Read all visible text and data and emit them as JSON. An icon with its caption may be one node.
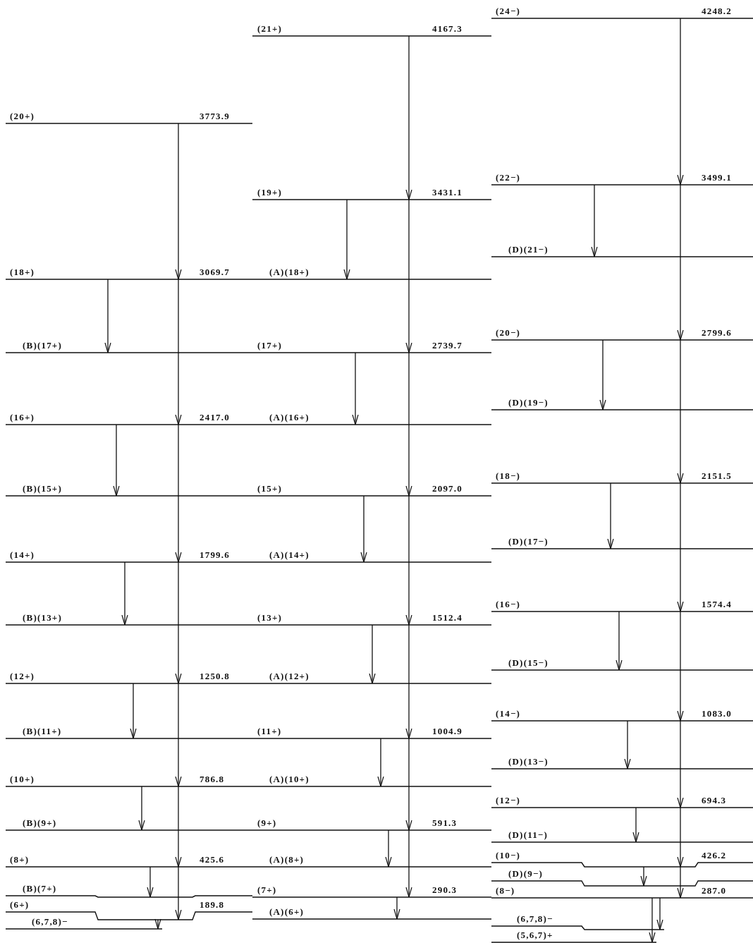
{
  "diagram": {
    "nodes": [
      {
        "text": [
          "(20+)",
          "3773.9"
        ]
      },
      {
        "text": [
          "(18+)",
          "3069.7"
        ]
      },
      {
        "text": [
          "(B)(17+)"
        ]
      },
      {
        "text": [
          "(16+)",
          "2417.0"
        ]
      },
      {
        "text": [
          "(B)(15+)"
        ]
      },
      {
        "text": [
          "(14+)",
          "1799.6"
        ]
      },
      {
        "text": [
          "(B)(13+)"
        ]
      },
      {
        "text": [
          "(12+)",
          "1250.8"
        ]
      },
      {
        "text": [
          "(B)(11+)"
        ]
      },
      {
        "text": [
          "(10+)",
          "786.8"
        ]
      },
      {
        "text": [
          "(B)(9+)"
        ]
      },
      {
        "text": [
          "(8+)",
          "425.6"
        ]
      },
      {
        "text": [
          "(B)(7+)"
        ]
      },
      {
        "text": [
          "(6+)",
          "189.8"
        ]
      },
      {
        "text": [
          "(6,7,8)−"
        ]
      },
      {
        "text": [
          "(21+)",
          "4167.3"
        ]
      },
      {
        "text": [
          "(19+)",
          "3431.1"
        ]
      },
      {
        "text": [
          "(A)(18+)"
        ]
      },
      {
        "text": [
          "(17+)",
          "2739.7"
        ]
      },
      {
        "text": [
          "(A)(16+)"
        ]
      },
      {
        "text": [
          "(15+)",
          "2097.0"
        ]
      },
      {
        "text": [
          "(A)(14+)"
        ]
      },
      {
        "text": [
          "(13+)",
          "1512.4"
        ]
      },
      {
        "text": [
          "(A)(12+)"
        ]
      },
      {
        "text": [
          "(11+)",
          "1004.9"
        ]
      },
      {
        "text": [
          "(A)(10+)"
        ]
      },
      {
        "text": [
          "(9+)",
          "591.3"
        ]
      },
      {
        "text": [
          "(A)(8+)"
        ]
      },
      {
        "text": [
          "(7+)",
          "290.3"
        ]
      },
      {
        "text": [
          "(A)(6+)"
        ]
      },
      {
        "text": [
          "(24−)",
          "4248.2"
        ]
      },
      {
        "text": [
          "(22−)",
          "3499.1"
        ]
      },
      {
        "text": [
          "(D)(21−)"
        ]
      },
      {
        "text": [
          "(20−)",
          "2799.6"
        ]
      },
      {
        "text": [
          "(D)(19−)"
        ]
      },
      {
        "text": [
          "(18−)",
          "2151.5"
        ]
      },
      {
        "text": [
          "(D)(17−)"
        ]
      },
      {
        "text": [
          "(16−)",
          "1574.4"
        ]
      },
      {
        "text": [
          "(D)(15−)"
        ]
      },
      {
        "text": [
          "(14−)",
          "1083.0"
        ]
      },
      {
        "text": [
          "(D)(13−)"
        ]
      },
      {
        "text": [
          "(12−)",
          "694.3"
        ]
      },
      {
        "text": [
          "(D)(11−)"
        ]
      },
      {
        "text": [
          "(10−)",
          "426.2"
        ]
      },
      {
        "text": [
          "(D)(9−)"
        ]
      },
      {
        "text": [
          "(8−)",
          "287.0"
        ]
      },
      {
        "text": [
          "(6,7,8)−"
        ]
      },
      {
        "text": [
          "(5,6,7)+"
        ]
      }
    ],
    "edges": [
      {
        "from": 0,
        "to": 1,
        "arrow": "to"
      },
      {
        "from": 1,
        "to": 3,
        "arrow": "to"
      },
      {
        "from": 3,
        "to": 5,
        "arrow": "to"
      },
      {
        "from": 5,
        "to": 7,
        "arrow": "to"
      },
      {
        "from": 7,
        "to": 9,
        "arrow": "to"
      },
      {
        "from": 9,
        "to": 11,
        "arrow": "to"
      },
      {
        "from": 11,
        "to": 13,
        "arrow": "to"
      },
      {
        "from": 1,
        "to": 2,
        "arrow": "to"
      },
      {
        "from": 3,
        "to": 4,
        "arrow": "to"
      },
      {
        "from": 5,
        "to": 6,
        "arrow": "to"
      },
      {
        "from": 7,
        "to": 8,
        "arrow": "to"
      },
      {
        "from": 9,
        "to": 10,
        "arrow": "to"
      },
      {
        "from": 11,
        "to": 12,
        "arrow": "to"
      },
      {
        "from": 13,
        "to": 14,
        "arrow": "to"
      },
      {
        "from": 15,
        "to": 16,
        "arrow": "to"
      },
      {
        "from": 16,
        "to": 18,
        "arrow": "to"
      },
      {
        "from": 18,
        "to": 20,
        "arrow": "to"
      },
      {
        "from": 20,
        "to": 22,
        "arrow": "to"
      },
      {
        "from": 22,
        "to": 24,
        "arrow": "to"
      },
      {
        "from": 24,
        "to": 26,
        "arrow": "to"
      },
      {
        "from": 26,
        "to": 28,
        "arrow": "to"
      },
      {
        "from": 16,
        "to": 17,
        "arrow": "to"
      },
      {
        "from": 18,
        "to": 19,
        "arrow": "to"
      },
      {
        "from": 20,
        "to": 21,
        "arrow": "to"
      },
      {
        "from": 22,
        "to": 23,
        "arrow": "to"
      },
      {
        "from": 24,
        "to": 25,
        "arrow": "to"
      },
      {
        "from": 26,
        "to": 27,
        "arrow": "to"
      },
      {
        "from": 28,
        "to": 29,
        "arrow": "to"
      },
      {
        "from": 30,
        "to": 31,
        "arrow": "to"
      },
      {
        "from": 31,
        "to": 33,
        "arrow": "to"
      },
      {
        "from": 33,
        "to": 35,
        "arrow": "to"
      },
      {
        "from": 35,
        "to": 37,
        "arrow": "to"
      },
      {
        "from": 37,
        "to": 39,
        "arrow": "to"
      },
      {
        "from": 39,
        "to": 41,
        "arrow": "to"
      },
      {
        "from": 41,
        "to": 43,
        "arrow": "to"
      },
      {
        "from": 43,
        "to": 45,
        "arrow": "to"
      },
      {
        "from": 31,
        "to": 32,
        "arrow": "to"
      },
      {
        "from": 33,
        "to": 34,
        "arrow": "to"
      },
      {
        "from": 35,
        "to": 36,
        "arrow": "to"
      },
      {
        "from": 37,
        "to": 38,
        "arrow": "to"
      },
      {
        "from": 39,
        "to": 40,
        "arrow": "to"
      },
      {
        "from": 41,
        "to": 42,
        "arrow": "to"
      },
      {
        "from": 43,
        "to": 44,
        "arrow": "to"
      },
      {
        "from": 45,
        "to": 46,
        "arrow": "to"
      },
      {
        "from": 45,
        "to": 47,
        "arrow": "to"
      }
    ]
  }
}
